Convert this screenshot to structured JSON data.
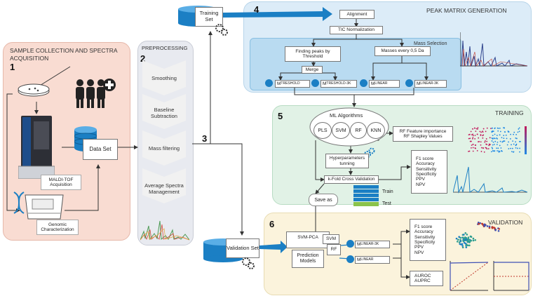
{
  "sample": {
    "number": "1",
    "title": "SAMPLE COLLECTION AND SPECTRA ACQUISITION",
    "maldi_label": "MALDI-TOF Acquisition",
    "dataset_label": "Data Set",
    "genomic_label": "Genomic Characterization"
  },
  "preprocessing": {
    "number": "2",
    "title": "PREPROCESSING",
    "steps": [
      "Smoothing",
      "Baseline Subtraction",
      "Mass filtering",
      "Average Spectra Management"
    ]
  },
  "split": {
    "number": "3",
    "training_set": "Training Set",
    "validation_set": "Validation Set"
  },
  "peak": {
    "number": "4",
    "title": "PEAK MATRIX GENERATION",
    "alignment": "Alignment",
    "tic": "TIC Normalization",
    "mass_selection": "Mass Selection",
    "finding_peaks": "Finding peaks by Threshold",
    "masses_every": "Masses every 0,5 Da",
    "merge": "Merge",
    "matrices": [
      {
        "m": "M",
        "sub": "TRESHOLD"
      },
      {
        "m": "M",
        "sub": "TRESHOLD-3K"
      },
      {
        "m": "M",
        "sub": "LINEAR"
      },
      {
        "m": "M",
        "sub": "LINEAR-3K"
      }
    ]
  },
  "training": {
    "number": "5",
    "title": "TRAINING",
    "ml_algorithms": "ML Algorithms",
    "algorithms": [
      "PLS",
      "SVM",
      "RF",
      "KNN"
    ],
    "hyperparameters": "Hyperparameters tunning",
    "kfold": "k-Fold Cross Validation",
    "train": "Train",
    "test": "Test",
    "save_as": "Save as",
    "importance": [
      "RF Feature importance",
      "RF Shapley Values"
    ],
    "metrics": [
      "F1 score",
      "Accuracy",
      "Sensitivity",
      "Specificity",
      "PPV",
      "NPV"
    ]
  },
  "validation": {
    "number": "6",
    "title": "VALIDATION",
    "models": [
      "SVM-PCA",
      "SVM",
      "RF",
      "Prediction Models"
    ],
    "m_linear_3k": {
      "m": "M",
      "sub": "LINEAR-3K"
    },
    "m_linear": {
      "m": "M",
      "sub": "LINEAR"
    },
    "metrics": [
      "F1 score",
      "Accuracy",
      "Sensitivity",
      "Specificity",
      "PPV",
      "NPV"
    ],
    "curves": [
      "AUROC",
      "AUPRC"
    ]
  },
  "colors": {
    "sample_bg": "#f9dcd2",
    "preprocessing_bg": "#e8eaf0",
    "peak_bg": "#dcecf8",
    "mass_bg": "#b9dbf1",
    "training_bg": "#e1f2e6",
    "validation_bg": "#fbf3dc",
    "accent_blue": "#1b7fc4"
  }
}
